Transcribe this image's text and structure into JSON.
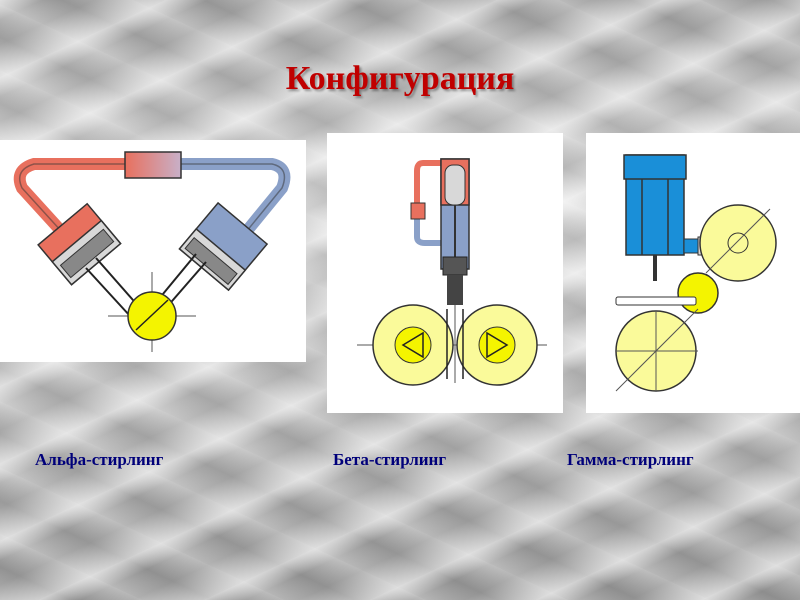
{
  "slide": {
    "title": "Конфигурация",
    "title_color": "#c00000",
    "caption_color": "#00007a"
  },
  "engines": [
    {
      "id": "alpha",
      "label": "Альфа-стирлинг"
    },
    {
      "id": "beta",
      "label": "Бета-стирлинг"
    },
    {
      "id": "gamma",
      "label": "Гамма-стирлинг"
    }
  ],
  "colors": {
    "hot": "#e8705e",
    "cold": "#8aa0c8",
    "wheel": "#f4f400",
    "wheel_light": "#fafa9a"
  }
}
